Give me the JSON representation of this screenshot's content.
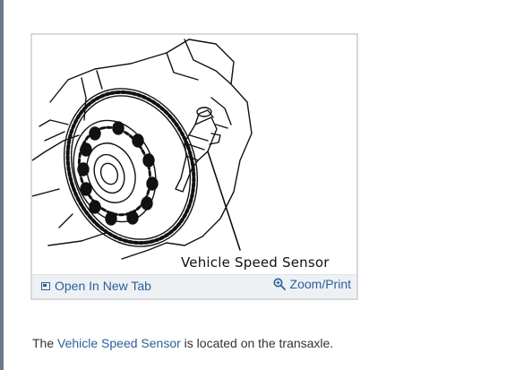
{
  "figure": {
    "callout_label": "Vehicle Speed Sensor",
    "open_tab_label": "Open In New Tab",
    "zoom_print_label": "Zoom/Print",
    "icons": [
      "open-in-new-tab-icon",
      "zoom-magnifier-icon"
    ]
  },
  "caption": {
    "link_text": "Vehicle Speed Sensor",
    "rest_text": " is located on the transaxle."
  },
  "colors": {
    "link": "#2a5f9a",
    "footer_bg": "#eef1f4",
    "border": "#d5d9dd",
    "text": "#333333"
  }
}
